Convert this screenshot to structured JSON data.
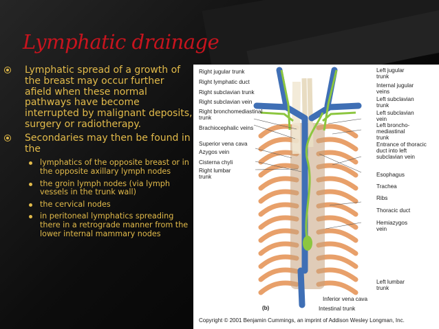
{
  "slide": {
    "title": "Lymphatic drainage",
    "bullets": [
      {
        "text": "Lymphatic spread of a growth of the breast may occur further afield when these normal pathways have become interrupted by malignant deposits, surgery or radiotherapy."
      },
      {
        "text": " Secondaries may then be found in the"
      }
    ],
    "sub_bullets": [
      "lymphatics of the opposite breast or in the opposite axillary lymph nodes",
      "the groin lymph nodes (via lymph vessels in the trunk wall)",
      " the cervical nodes",
      "in peritoneal lymphatics spreading there in a retrograde manner from the lower internal mammary nodes"
    ]
  },
  "figure": {
    "left_labels": [
      "Right jugular trunk",
      "Right lymphatic duct",
      "Right subclavian trunk",
      "Right subclavian vein",
      "Right bronchomediastinal trunk",
      "Brachiocephalic veins",
      "Superior vena cava",
      "Azygos vein",
      "Cisterna chyli",
      "Right lumbar trunk"
    ],
    "right_labels": [
      "Left jugular trunk",
      "Internal jugular veins",
      "Left subclavian trunk",
      "Left subclavian vein",
      "Left broncho-mediastinal trunk",
      "Entrance of thoracic duct into left subclavian vein",
      "Esophagus",
      "Trachea",
      "Ribs",
      "Thoracic duct",
      "Hemiazygos vein",
      "Left lumbar trunk"
    ],
    "bottom_labels": [
      "Inferior vena cava",
      "Intestinal trunk"
    ],
    "panel_label": "(b)",
    "copyright": "Copyright © 2001 Benjamin Cummings, an imprint of Addison Wesley Longman, Inc.",
    "colors": {
      "rib": "#e8a06a",
      "vein": "#3f6fb5",
      "lymph": "#8cc63f",
      "trachea": "#f1e7d2"
    }
  }
}
